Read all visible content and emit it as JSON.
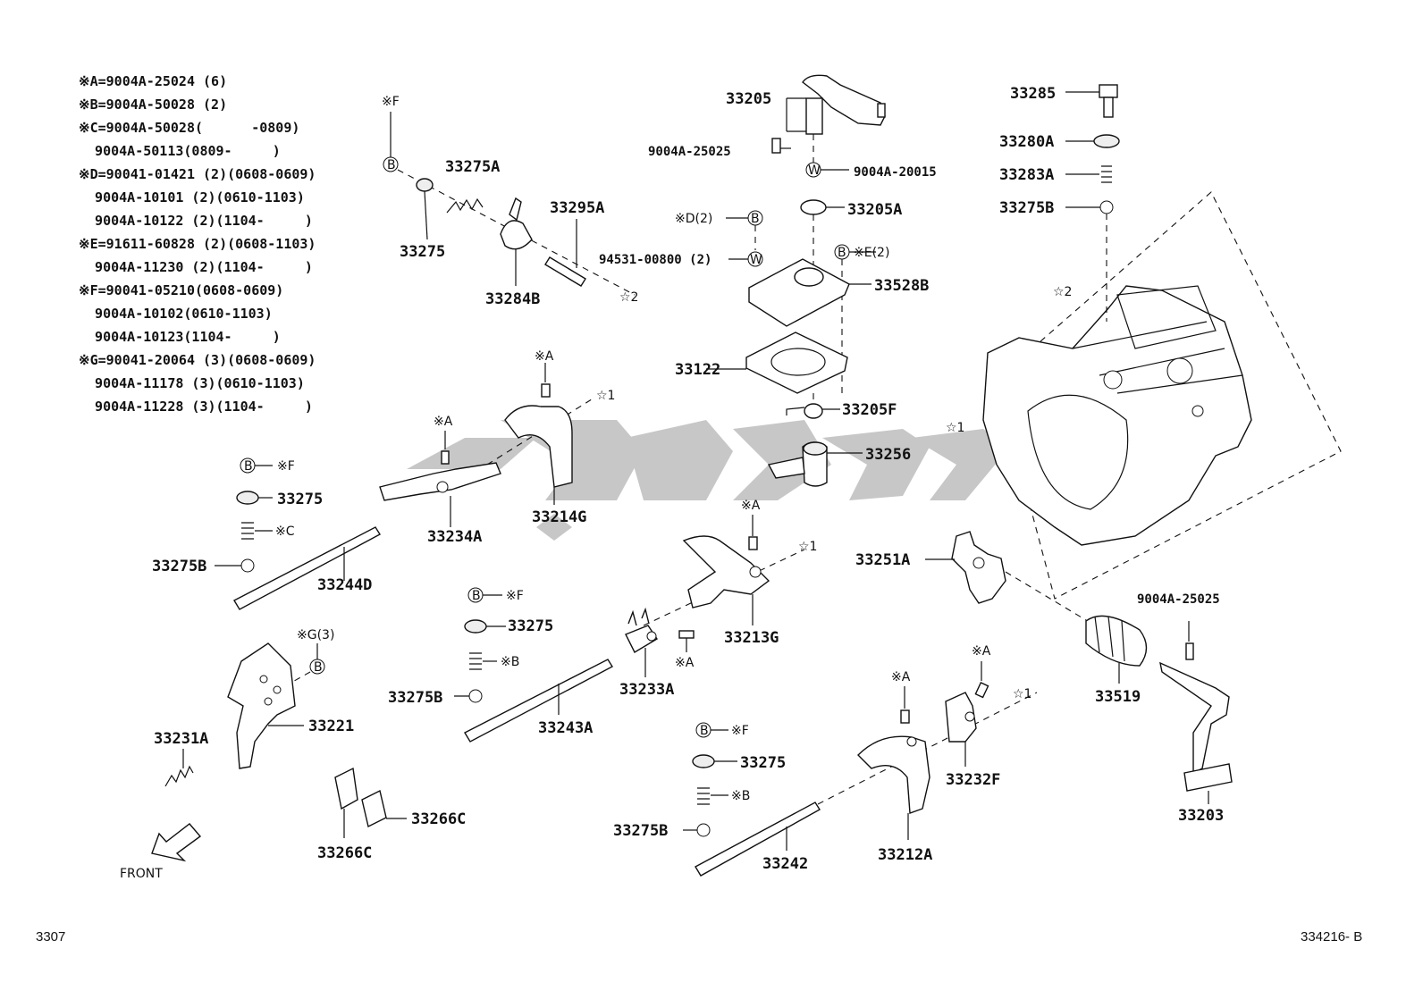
{
  "legend": [
    {
      "mark": "※A",
      "text": "=9004A-25024 (6)"
    },
    {
      "mark": "※B",
      "text": "=9004A-50028 (2)"
    },
    {
      "mark": "※C",
      "text": "=9004A-50028(      -0809)"
    },
    {
      "mark": "",
      "text": "  9004A-50113(0809-     )"
    },
    {
      "mark": "※D",
      "text": "=90041-01421 (2)(0608-0609)"
    },
    {
      "mark": "",
      "text": "  9004A-10101 (2)(0610-1103)"
    },
    {
      "mark": "",
      "text": "  9004A-10122 (2)(1104-     )"
    },
    {
      "mark": "※E",
      "text": "=91611-60828 (2)(0608-1103)"
    },
    {
      "mark": "",
      "text": "  9004A-11230 (2)(1104-     )"
    },
    {
      "mark": "※F",
      "text": "=90041-05210(0608-0609)"
    },
    {
      "mark": "",
      "text": "  9004A-10102(0610-1103)"
    },
    {
      "mark": "",
      "text": "  9004A-10123(1104-     )"
    },
    {
      "mark": "※G",
      "text": "=90041-20064 (3)(0608-0609)"
    },
    {
      "mark": "",
      "text": "  9004A-11178 (3)(0610-1103)"
    },
    {
      "mark": "",
      "text": "  9004A-11228 (3)(1104-     )"
    }
  ],
  "parts": {
    "p33205": "33205",
    "p9004A_25025_top": "9004A-25025",
    "p9004A_20015": "9004A-20015",
    "p33205A": "33205A",
    "noteD2": "※D(2)",
    "p94531": "94531-00800 (2)",
    "noteE2": "※E(2)",
    "p33528B": "33528B",
    "p33122": "33122",
    "p33205F": "33205F",
    "p33256": "33256",
    "p33285": "33285",
    "p33280A": "33280A",
    "p33283A": "33283A",
    "p33275B_tr": "33275B",
    "star2_tr": "☆2",
    "star1_case": "☆1",
    "noteF_top": "※F",
    "p33275A": "33275A",
    "p33295A": "33295A",
    "p33275_top": "33275",
    "p33284B": "33284B",
    "star2_top": "☆2",
    "noteA_top": "※A",
    "star1_top": "☆1",
    "noteA_2": "※A",
    "p33234A": "33234A",
    "p33214G": "33214G",
    "noteF_left": "※F",
    "p33275_left": "33275",
    "noteC": "※C",
    "p33275B_left": "33275B",
    "p33244D": "33244D",
    "noteA_mid": "※A",
    "star1_mid": "☆1",
    "p33213G": "33213G",
    "noteF_mid": "※F",
    "p33275_mid": "33275",
    "noteB_mid": "※B",
    "p33275B_mid": "33275B",
    "p33243A": "33243A",
    "p33233A": "33233A",
    "noteA_33233A": "※A",
    "noteG3": "※G(3)",
    "p33221": "33221",
    "p33231A": "33231A",
    "p33266C_r": "33266C",
    "p33266C_b": "33266C",
    "p33251A": "33251A",
    "p9004A_25025_r": "9004A-25025",
    "p33519": "33519",
    "p33203": "33203",
    "noteA_b1": "※A",
    "noteA_b2": "※A",
    "star1_b": "☆1",
    "p33232F": "33232F",
    "noteF_b": "※F",
    "p33275_b": "33275",
    "noteB_b": "※B",
    "p33275B_b": "33275B",
    "p33242": "33242",
    "p33212A": "33212A",
    "front": "FRONT",
    "markB": "B",
    "markW": "W"
  },
  "footer": {
    "left": "3307",
    "right": "334216- B"
  }
}
